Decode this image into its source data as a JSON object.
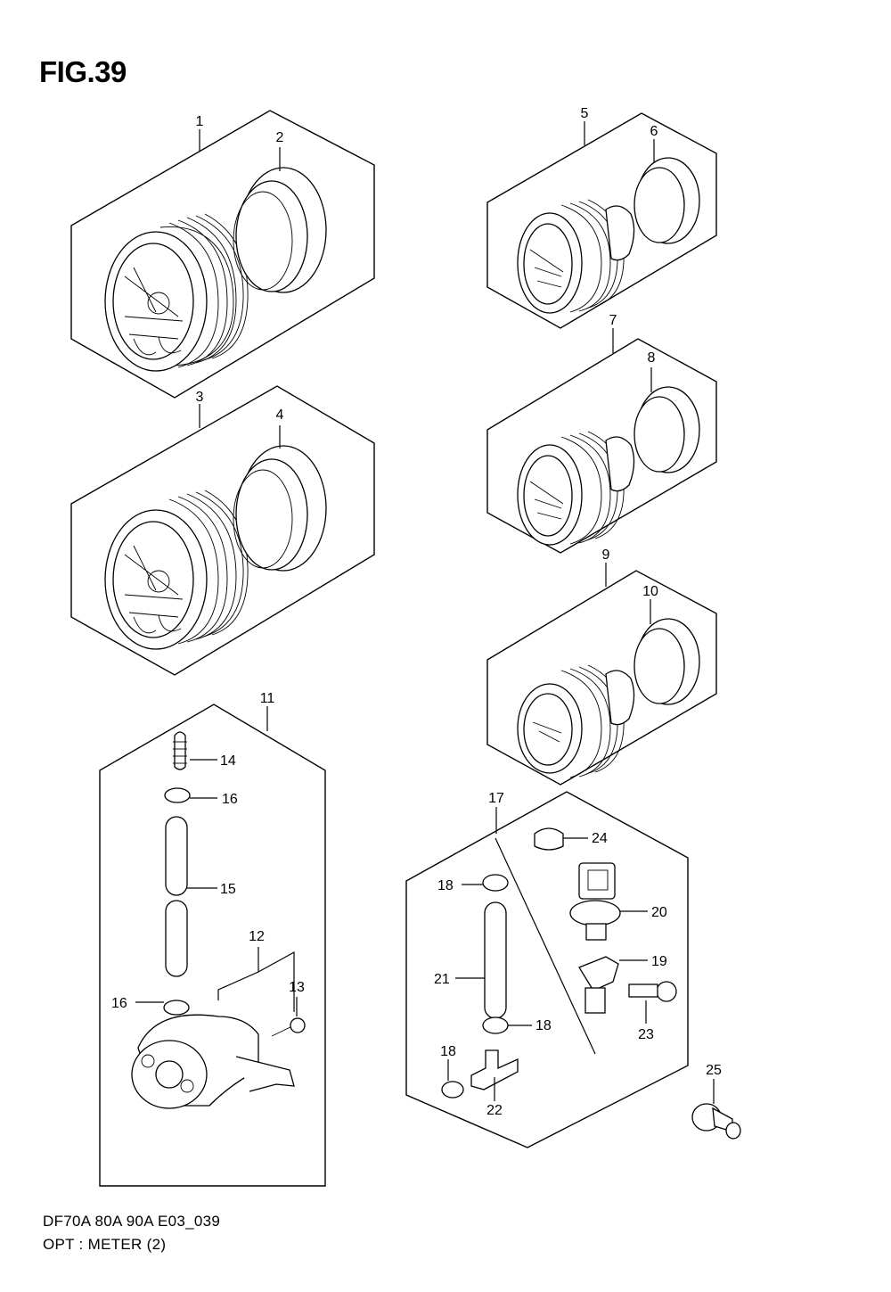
{
  "figure": {
    "title": "FIG.39",
    "model_code": "DF70A 80A 90A E03_039",
    "caption": "OPT : METER (2)"
  },
  "callouts": {
    "c1": "1",
    "c2": "2",
    "c3": "3",
    "c4": "4",
    "c5": "5",
    "c6": "6",
    "c7": "7",
    "c8": "8",
    "c9": "9",
    "c10": "10",
    "c11": "11",
    "c12": "12",
    "c13": "13",
    "c14": "14",
    "c15": "15",
    "c16a": "16",
    "c16b": "16",
    "c17": "17",
    "c18a": "18",
    "c18b": "18",
    "c18c": "18",
    "c19": "19",
    "c20": "20",
    "c21": "21",
    "c22": "22",
    "c23": "23",
    "c24": "24",
    "c25": "25"
  }
}
